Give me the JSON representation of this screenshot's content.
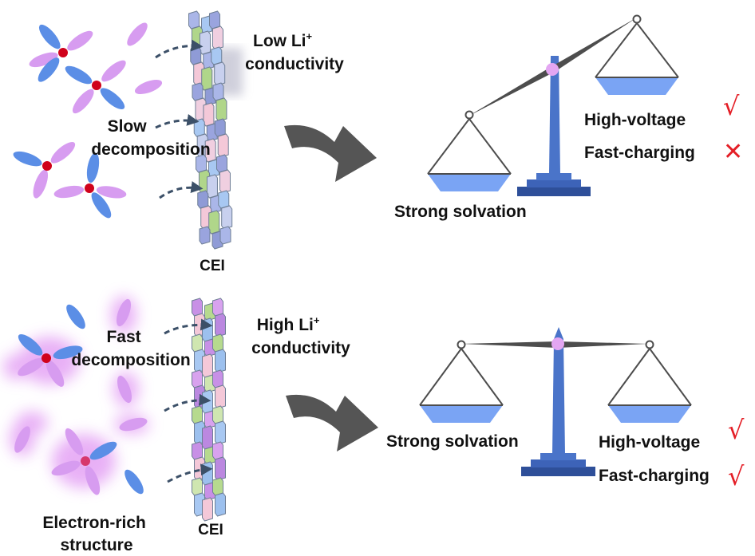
{
  "top": {
    "cei_label": "CEI",
    "decomposition_label": [
      "Slow",
      "decomposition"
    ],
    "conductivity_label": [
      "Low Li",
      "+",
      "conductivity"
    ],
    "balance": {
      "left_pan_label": "Strong solvation",
      "right_pan_labels": [
        "High-voltage",
        "Fast-charging"
      ],
      "checks": [
        "√",
        "✕"
      ]
    }
  },
  "bottom": {
    "cei_label": "CEI",
    "decomposition_label": [
      "Fast",
      "decomposition"
    ],
    "conductivity_label": [
      "High Li",
      "+",
      "conductivity"
    ],
    "structure_label": [
      "Electron-rich",
      "structure"
    ],
    "balance": {
      "left_pan_label": "Strong solvation",
      "right_pan_labels": [
        "High-voltage",
        "Fast-charging"
      ],
      "checks": [
        "√",
        "√"
      ]
    }
  },
  "colors": {
    "blue_petal": "#5b8ee6",
    "pink_petal": "#d79cf0",
    "center_dot": "#d0021b",
    "scale_blue": "#4a74c9",
    "pan_blue": "#7aa4f4",
    "beam_gray": "#4d4d4d",
    "check_red": "#e41e26",
    "arrow_gray": "#555555",
    "dashed_arrow": "#3c5068"
  }
}
